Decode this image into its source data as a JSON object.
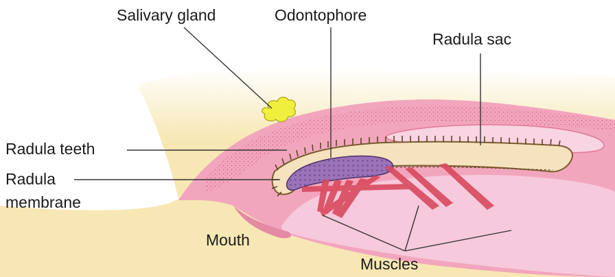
{
  "labels": {
    "salivary_gland": "Salivary gland",
    "odontophore": "Odontophore",
    "radula_sac": "Radula sac",
    "radula_teeth": "Radula teeth",
    "radula_membrane_line1": "Radula",
    "radula_membrane_line2": "membrane",
    "mouth": "Mouth",
    "muscles": "Muscles"
  },
  "colors": {
    "background_tissue": "#f7e7b4",
    "body_pink": "#f2a6bd",
    "inner_pink": "#f7c9dc",
    "dark_pink": "#e07893",
    "gland_yellow": "#f0ef3e",
    "odontophore_purple": "#9b73b6",
    "muscle_red": "#d94a5e",
    "leader_line": "#333333"
  }
}
